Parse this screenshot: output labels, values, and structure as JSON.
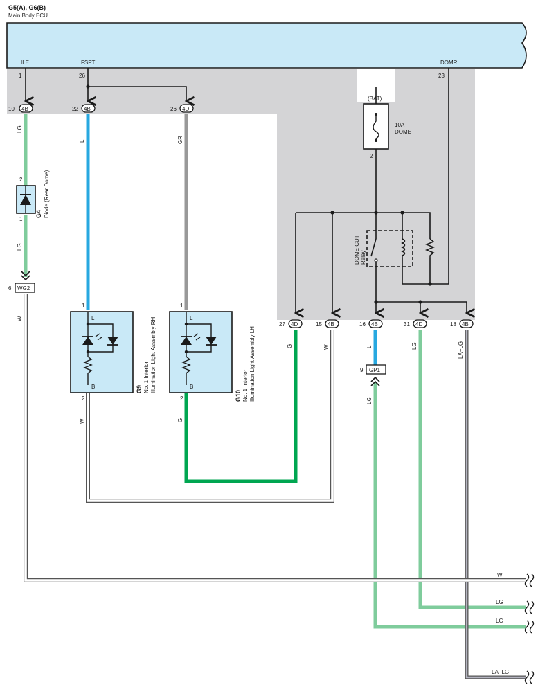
{
  "ecu": {
    "code": "G5(A), G6(B)",
    "name": "Main Body ECU",
    "terminals": [
      {
        "label": "ILE",
        "pin": "1"
      },
      {
        "label": "FSPT",
        "pin": "26"
      },
      {
        "label": "DOMR",
        "pin": "23"
      }
    ]
  },
  "connectors": [
    {
      "pin": "10",
      "code": "4B"
    },
    {
      "pin": "22",
      "code": "4B"
    },
    {
      "pin": "26",
      "code": "4D"
    },
    {
      "pin": "27",
      "code": "4D"
    },
    {
      "pin": "15",
      "code": "4B"
    },
    {
      "pin": "16",
      "code": "4B"
    },
    {
      "pin": "31",
      "code": "4D"
    },
    {
      "pin": "18",
      "code": "4B"
    }
  ],
  "junctions": [
    {
      "pin": "6",
      "code": "WG2"
    },
    {
      "pin": "9",
      "code": "GP1"
    }
  ],
  "wire_labels": {
    "lg_a": "LG",
    "lg_b": "LG",
    "l_a": "L",
    "gr": "GR",
    "w_a": "W",
    "g_a": "G",
    "w_b": "W",
    "l_b": "L",
    "lg_c": "LG",
    "la_lg_a": "LA−LG",
    "w_c": "W",
    "g_b": "G",
    "lg_d": "LG",
    "w_d": "W",
    "lg_e": "LG",
    "lg_f": "LG",
    "la_lg_b": "LA−LG"
  },
  "diode": {
    "code": "G4",
    "name": "Diode (Rear Dome)",
    "pin_top": "2",
    "pin_bottom": "1"
  },
  "fuse": {
    "source": "(BAT)",
    "rating": "10A",
    "name": "DOME",
    "pin": "2"
  },
  "relay": {
    "line1": "DOME CUT",
    "line2": "Relay"
  },
  "assembly_rh": {
    "code": "G9",
    "line1": "No. 1 Interior",
    "line2": "Illumination Light Assembly RH",
    "pin_top": "1",
    "pin_bottom": "2",
    "term_l": "L",
    "term_b": "B"
  },
  "assembly_lh": {
    "code": "G10",
    "line1": "No. 1 Interior",
    "line2": "Illumination Light Assembly LH",
    "pin_top": "1",
    "pin_bottom": "2",
    "term_l": "L",
    "term_b": "B"
  },
  "colors": {
    "ecu_fill": "#c9e9f7",
    "gray_area": "#d4d4d6",
    "wire_lg": "#7fcc9c",
    "wire_l": "#27a8e0",
    "wire_gr": "#999999",
    "wire_g": "#00a651",
    "wire_w": "#ffffff"
  }
}
